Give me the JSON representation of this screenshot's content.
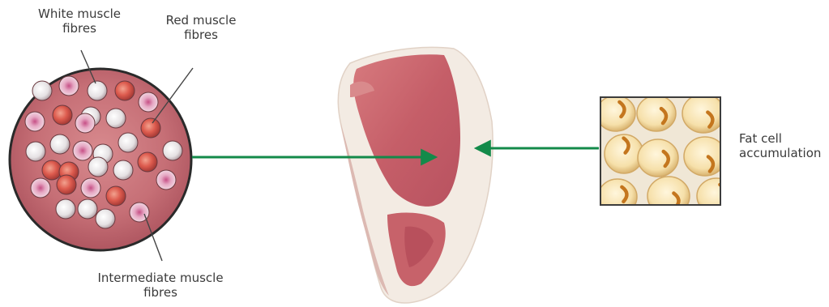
{
  "labels": {
    "white_muscle": [
      "White muscle",
      "fibres"
    ],
    "red_muscle": [
      "Red muscle",
      "fibres"
    ],
    "intermediate_muscle": [
      "Intermediate muscle",
      "fibres"
    ],
    "fat_cell": [
      "Fat cell",
      "accumulation"
    ]
  },
  "colors": {
    "arrow": "#138a4a",
    "leader_line": "#444444",
    "fibre_background": "#c7767c",
    "red_fibre": "#d8574e",
    "white_fibre": "#e6e3e4",
    "intermediate_fibre": "#d88fb0",
    "fat_cell": "#f4dfa8",
    "fat_nucleus": "#c4761e",
    "meat_lean": "#c9646c",
    "meat_fat": "#f3ebe3",
    "title": "#1f8a4c"
  }
}
